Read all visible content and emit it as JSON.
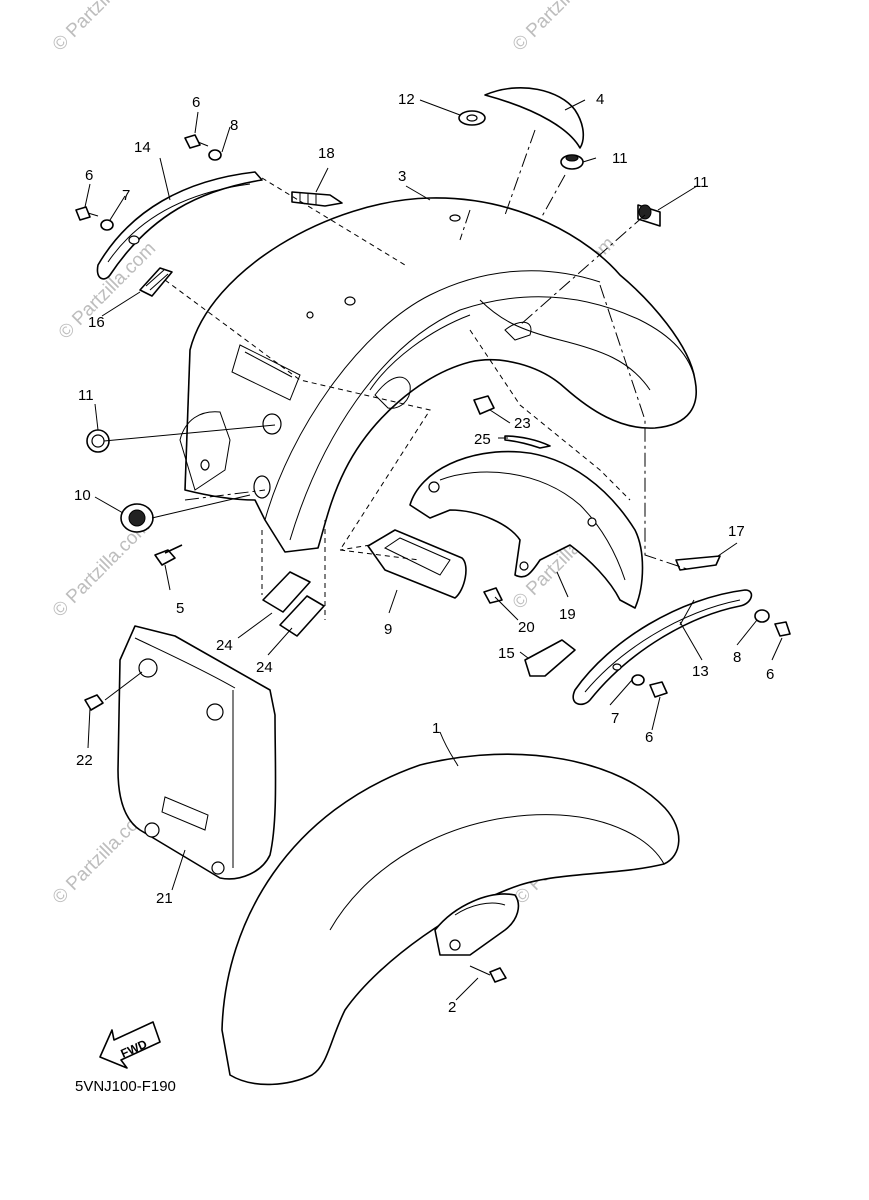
{
  "watermark": {
    "text": "© Partzilla.com",
    "color": "#bdbdbd"
  },
  "diagram_code": "5VNJ100-F190",
  "fwd_label": "FWD",
  "callouts": {
    "c1": "1",
    "c2": "2",
    "c3": "3",
    "c4": "4",
    "c5": "5",
    "c6a": "6",
    "c6b": "6",
    "c6c": "6",
    "c6d": "6",
    "c7a": "7",
    "c7b": "7",
    "c8a": "8",
    "c8b": "8",
    "c9": "9",
    "c10": "10",
    "c11a": "11",
    "c11b": "11",
    "c11c": "11",
    "c12": "12",
    "c13": "13",
    "c14": "14",
    "c15": "15",
    "c16": "16",
    "c17": "17",
    "c18": "18",
    "c19": "19",
    "c20": "20",
    "c21": "21",
    "c22": "22",
    "c23": "23",
    "c24a": "24",
    "c24b": "24",
    "c25": "25"
  }
}
